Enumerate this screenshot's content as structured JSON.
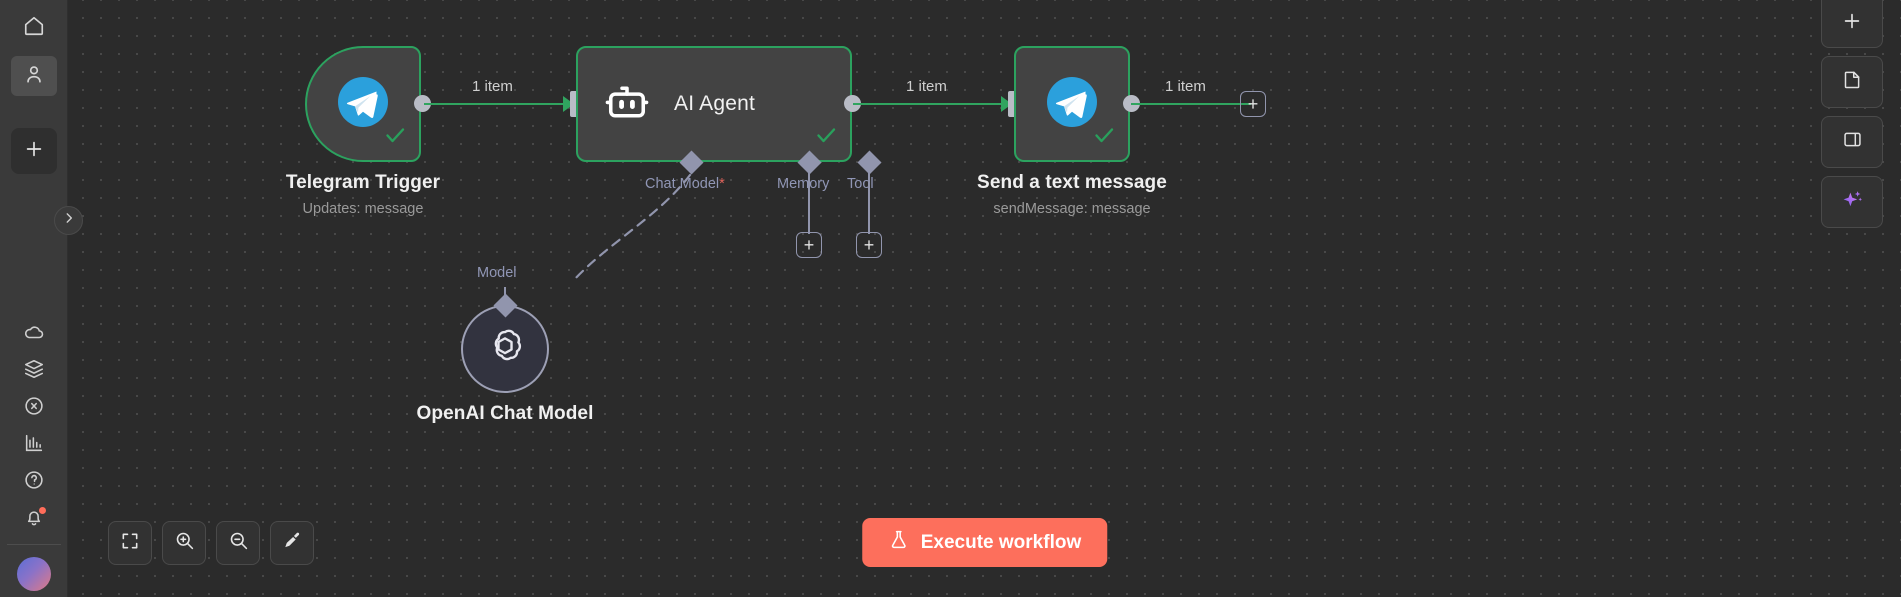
{
  "app": {
    "canvas_background": "#2b2b2b",
    "accent_green": "#2ca25f",
    "accent_coral": "#fd6f5c",
    "port_purple": "#9195ad"
  },
  "sidebar": {
    "items": [
      {
        "icon": "home-icon",
        "name": "sidebar-item-home",
        "active": false
      },
      {
        "icon": "person-icon",
        "name": "sidebar-item-personal",
        "active": true
      }
    ],
    "create_button": {
      "icon": "plus-icon",
      "label": "+"
    },
    "lower_items": [
      {
        "icon": "cloud-icon",
        "name": "sidebar-item-cloud"
      },
      {
        "icon": "package-icon",
        "name": "sidebar-item-templates"
      },
      {
        "icon": "variable-icon",
        "name": "sidebar-item-variables"
      },
      {
        "icon": "bar-chart-icon",
        "name": "sidebar-item-insights"
      },
      {
        "icon": "help-icon",
        "name": "sidebar-item-help"
      },
      {
        "icon": "bell-icon",
        "name": "sidebar-item-notifications",
        "badge": true
      }
    ],
    "avatar": {
      "name": "user-avatar"
    },
    "collapse": {
      "icon": "chevron-right-icon"
    }
  },
  "canvas": {
    "nodes": [
      {
        "id": "telegram-trigger",
        "title": "Telegram Trigger",
        "subtitle": "Updates: message",
        "icon": "telegram-icon",
        "shape": "trigger",
        "status": "success"
      },
      {
        "id": "ai-agent",
        "title": "AI Agent",
        "subtitle": "",
        "icon": "robot-icon",
        "shape": "wide",
        "status": "success",
        "ports": [
          {
            "label": "Chat Model",
            "required": true,
            "name": "port-chat-model"
          },
          {
            "label": "Memory",
            "required": false,
            "name": "port-memory"
          },
          {
            "label": "Tool",
            "required": false,
            "name": "port-tool"
          }
        ]
      },
      {
        "id": "send-text-message",
        "title": "Send a text message",
        "subtitle": "sendMessage: message",
        "icon": "telegram-icon",
        "shape": "square",
        "status": "success"
      },
      {
        "id": "openai-chat-model",
        "title": "OpenAI Chat Model",
        "subtitle": "",
        "icon": "openai-icon",
        "shape": "circle",
        "port_label": "Model"
      }
    ],
    "edges": [
      {
        "from": "telegram-trigger",
        "to": "ai-agent",
        "label": "1 item"
      },
      {
        "from": "ai-agent",
        "to": "send-text-message",
        "label": "1 item"
      },
      {
        "from": "send-text-message",
        "to": "add",
        "label": "1 item"
      }
    ],
    "add_buttons": {
      "label": "+"
    }
  },
  "controls": {
    "zoom": [
      {
        "icon": "fit-view-icon",
        "name": "zoom-to-fit-button"
      },
      {
        "icon": "zoom-in-icon",
        "name": "zoom-in-button"
      },
      {
        "icon": "zoom-out-icon",
        "name": "zoom-out-button"
      },
      {
        "icon": "tidy-up-icon",
        "name": "tidy-up-button"
      }
    ],
    "execute": {
      "label": "Execute workflow",
      "icon": "flask-icon"
    }
  },
  "right_toolbar": [
    {
      "icon": "plus-icon",
      "name": "add-node-button"
    },
    {
      "icon": "sticky-note-icon",
      "name": "add-sticky-note-button"
    },
    {
      "icon": "panel-icon",
      "name": "toggle-panel-button"
    },
    {
      "icon": "sparkle-icon",
      "name": "ai-assistant-button"
    }
  ]
}
